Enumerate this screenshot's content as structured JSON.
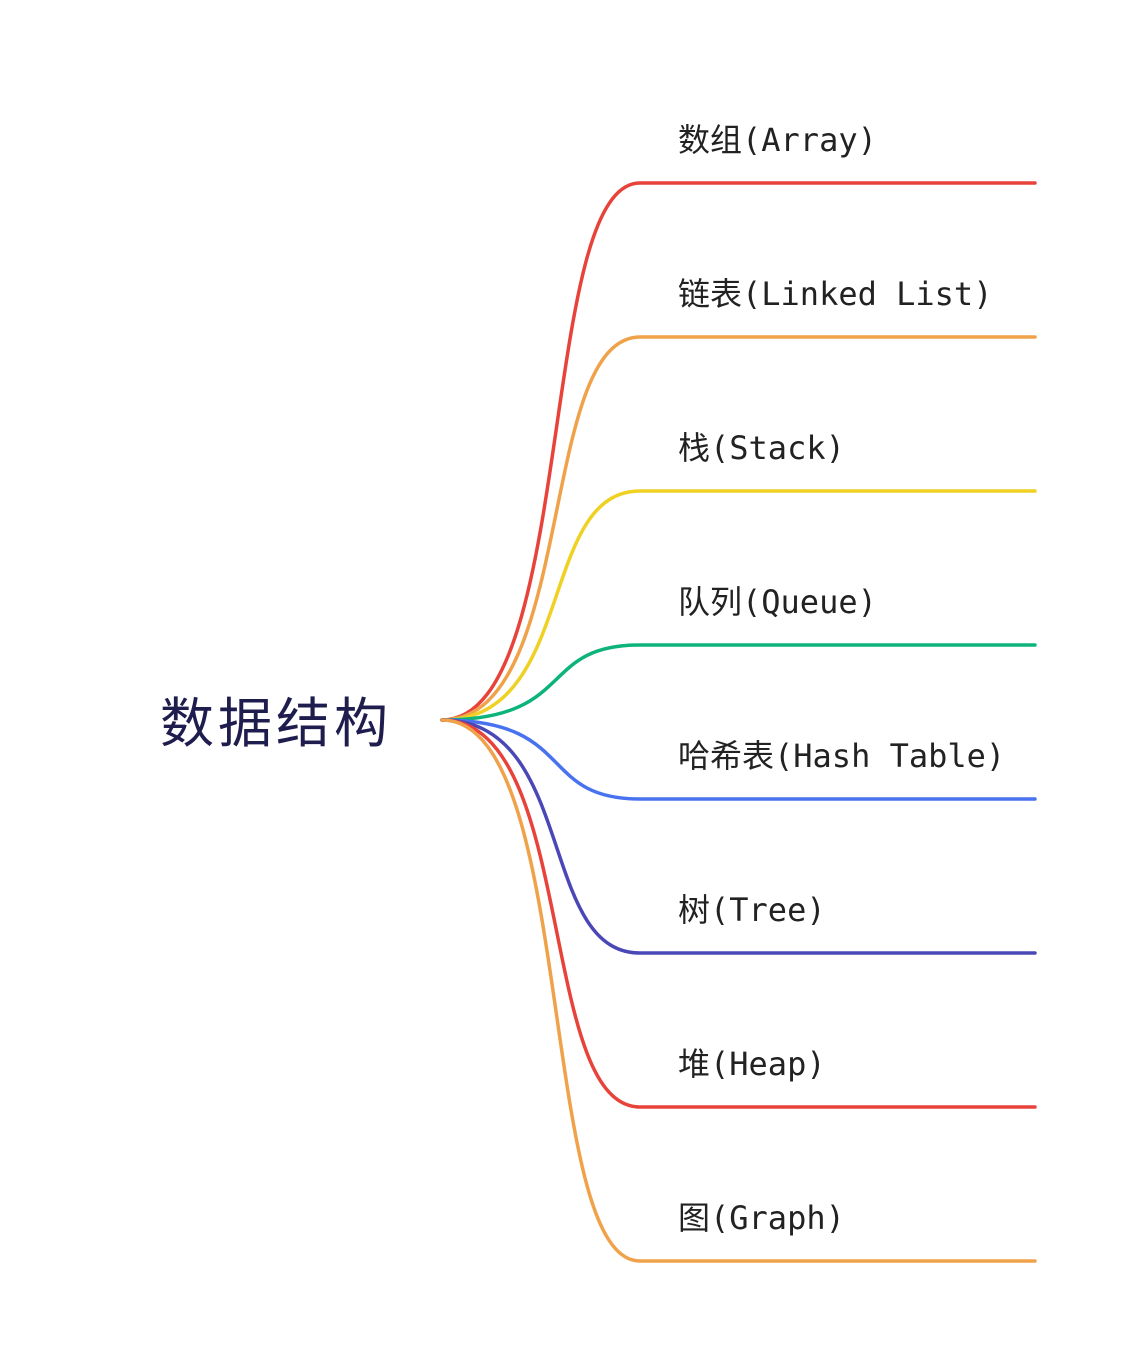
{
  "root": {
    "label": "数据结构",
    "color": "#1f1d4d"
  },
  "branches": [
    {
      "label": "数组(Array)",
      "color": "#e8433a"
    },
    {
      "label": "链表(Linked List)",
      "color": "#f0a24a"
    },
    {
      "label": "栈(Stack)",
      "color": "#efd124"
    },
    {
      "label": "队列(Queue)",
      "color": "#0db47a"
    },
    {
      "label": "哈希表(Hash Table)",
      "color": "#4872ef"
    },
    {
      "label": "树(Tree)",
      "color": "#4a48b6"
    },
    {
      "label": "堆(Heap)",
      "color": "#e8433a"
    },
    {
      "label": "图(Graph)",
      "color": "#f0a24a"
    }
  ]
}
